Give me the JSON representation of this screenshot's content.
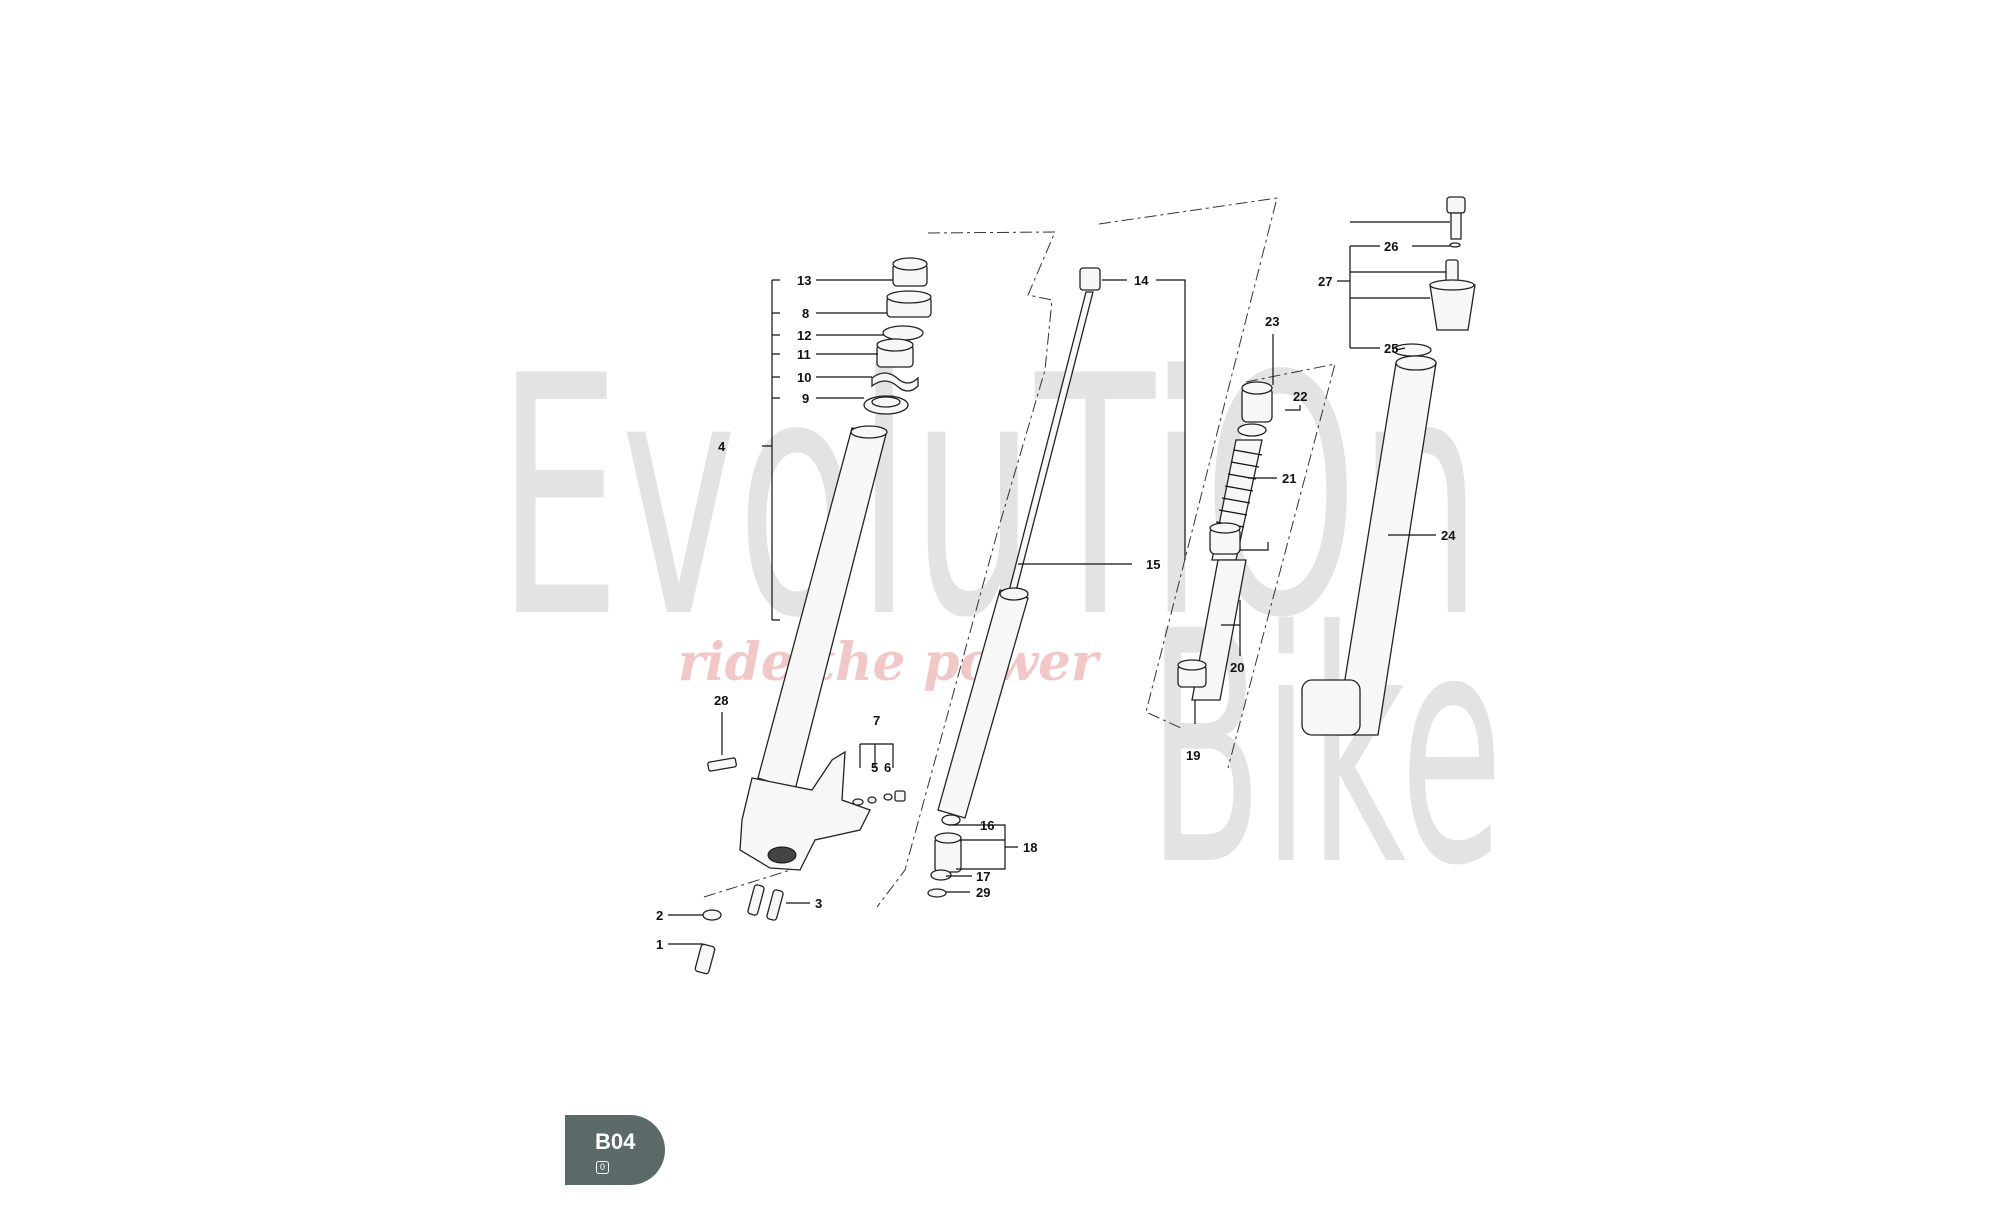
{
  "watermark": {
    "line1": "EvoluTiOn",
    "line2": "Bike",
    "tagline": "ride the power"
  },
  "badge": {
    "code": "B04",
    "revision": "0"
  },
  "labels": {
    "p1": "1",
    "p2": "2",
    "p3": "3",
    "p4": "4",
    "p5": "5",
    "p6": "6",
    "p7": "7",
    "p8": "8",
    "p9": "9",
    "p10": "10",
    "p11": "11",
    "p12": "12",
    "p13": "13",
    "p14": "14",
    "p15": "15",
    "p16": "16",
    "p17": "17",
    "p18": "18",
    "p19": "19",
    "p20": "20",
    "p21": "21",
    "p22": "22",
    "p23": "23",
    "p24": "24",
    "p25": "25",
    "p26": "26",
    "p27": "27",
    "p28": "28",
    "p29": "29"
  },
  "colors": {
    "badge": "#5b6a68",
    "watermark": "#e3e3e3",
    "tagline": "#f1c7c7"
  }
}
